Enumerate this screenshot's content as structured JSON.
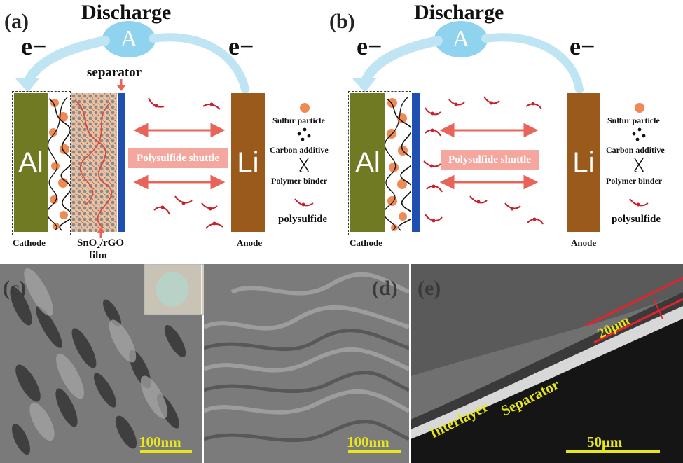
{
  "panel_a": {
    "label": "(a)",
    "discharge": "Discharge",
    "node": "A",
    "e_left": "e−",
    "e_right": "e−",
    "separator_label": "separator",
    "al": "Al",
    "li": "Li",
    "shuttle": "Polysulfide shuttle",
    "cathode": "Cathode",
    "anode": "Anode",
    "film_line1": "SnO₂/rGO",
    "film_line2": "film"
  },
  "panel_b": {
    "label": "(b)",
    "discharge": "Discharge",
    "node": "A",
    "e_left": "e−",
    "e_right": "e−",
    "al": "Al",
    "li": "Li",
    "shuttle": "Polysulfide shuttle",
    "cathode": "Cathode",
    "anode": "Anode"
  },
  "legend": {
    "sulfur": "Sulfur particle",
    "carbon": "Carbon additive",
    "binder": "Polymer binder",
    "polysulfide": "polysulfide"
  },
  "sem": {
    "c_label": "(c)",
    "c_scale": "100nm",
    "d_label": "(d)",
    "d_scale": "100nm",
    "e_label": "(e)",
    "e_thickness": "20μm",
    "e_interlayer": "Interlayer",
    "e_separator": "Separator",
    "e_scale": "50μm"
  },
  "colors": {
    "al": "#6f7a22",
    "li": "#9a5a1c",
    "separator": "#1f4fb0",
    "arrow": "#e8645a",
    "node": "#8fd3ee",
    "scale": "#e6e619"
  }
}
